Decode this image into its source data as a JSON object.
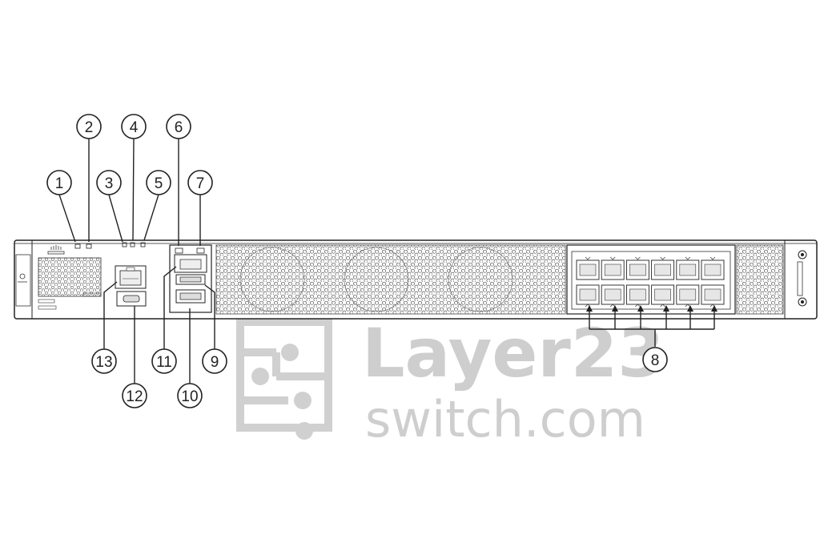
{
  "callouts": [
    {
      "id": "1",
      "label": "1"
    },
    {
      "id": "2",
      "label": "2"
    },
    {
      "id": "3",
      "label": "3"
    },
    {
      "id": "4",
      "label": "4"
    },
    {
      "id": "5",
      "label": "5"
    },
    {
      "id": "6",
      "label": "6"
    },
    {
      "id": "7",
      "label": "7"
    },
    {
      "id": "8",
      "label": "8"
    },
    {
      "id": "9",
      "label": "9"
    },
    {
      "id": "10",
      "label": "10"
    },
    {
      "id": "11",
      "label": "11"
    },
    {
      "id": "12",
      "label": "12"
    },
    {
      "id": "13",
      "label": "13"
    }
  ],
  "watermark": {
    "line1": "Layer23",
    "line2": "switch.com"
  },
  "sfp_port_count": 12,
  "colors": {
    "line": "#222222",
    "chassis_fill": "#ffffff",
    "mesh": "#555555",
    "watermark": "#c9c9c9"
  }
}
